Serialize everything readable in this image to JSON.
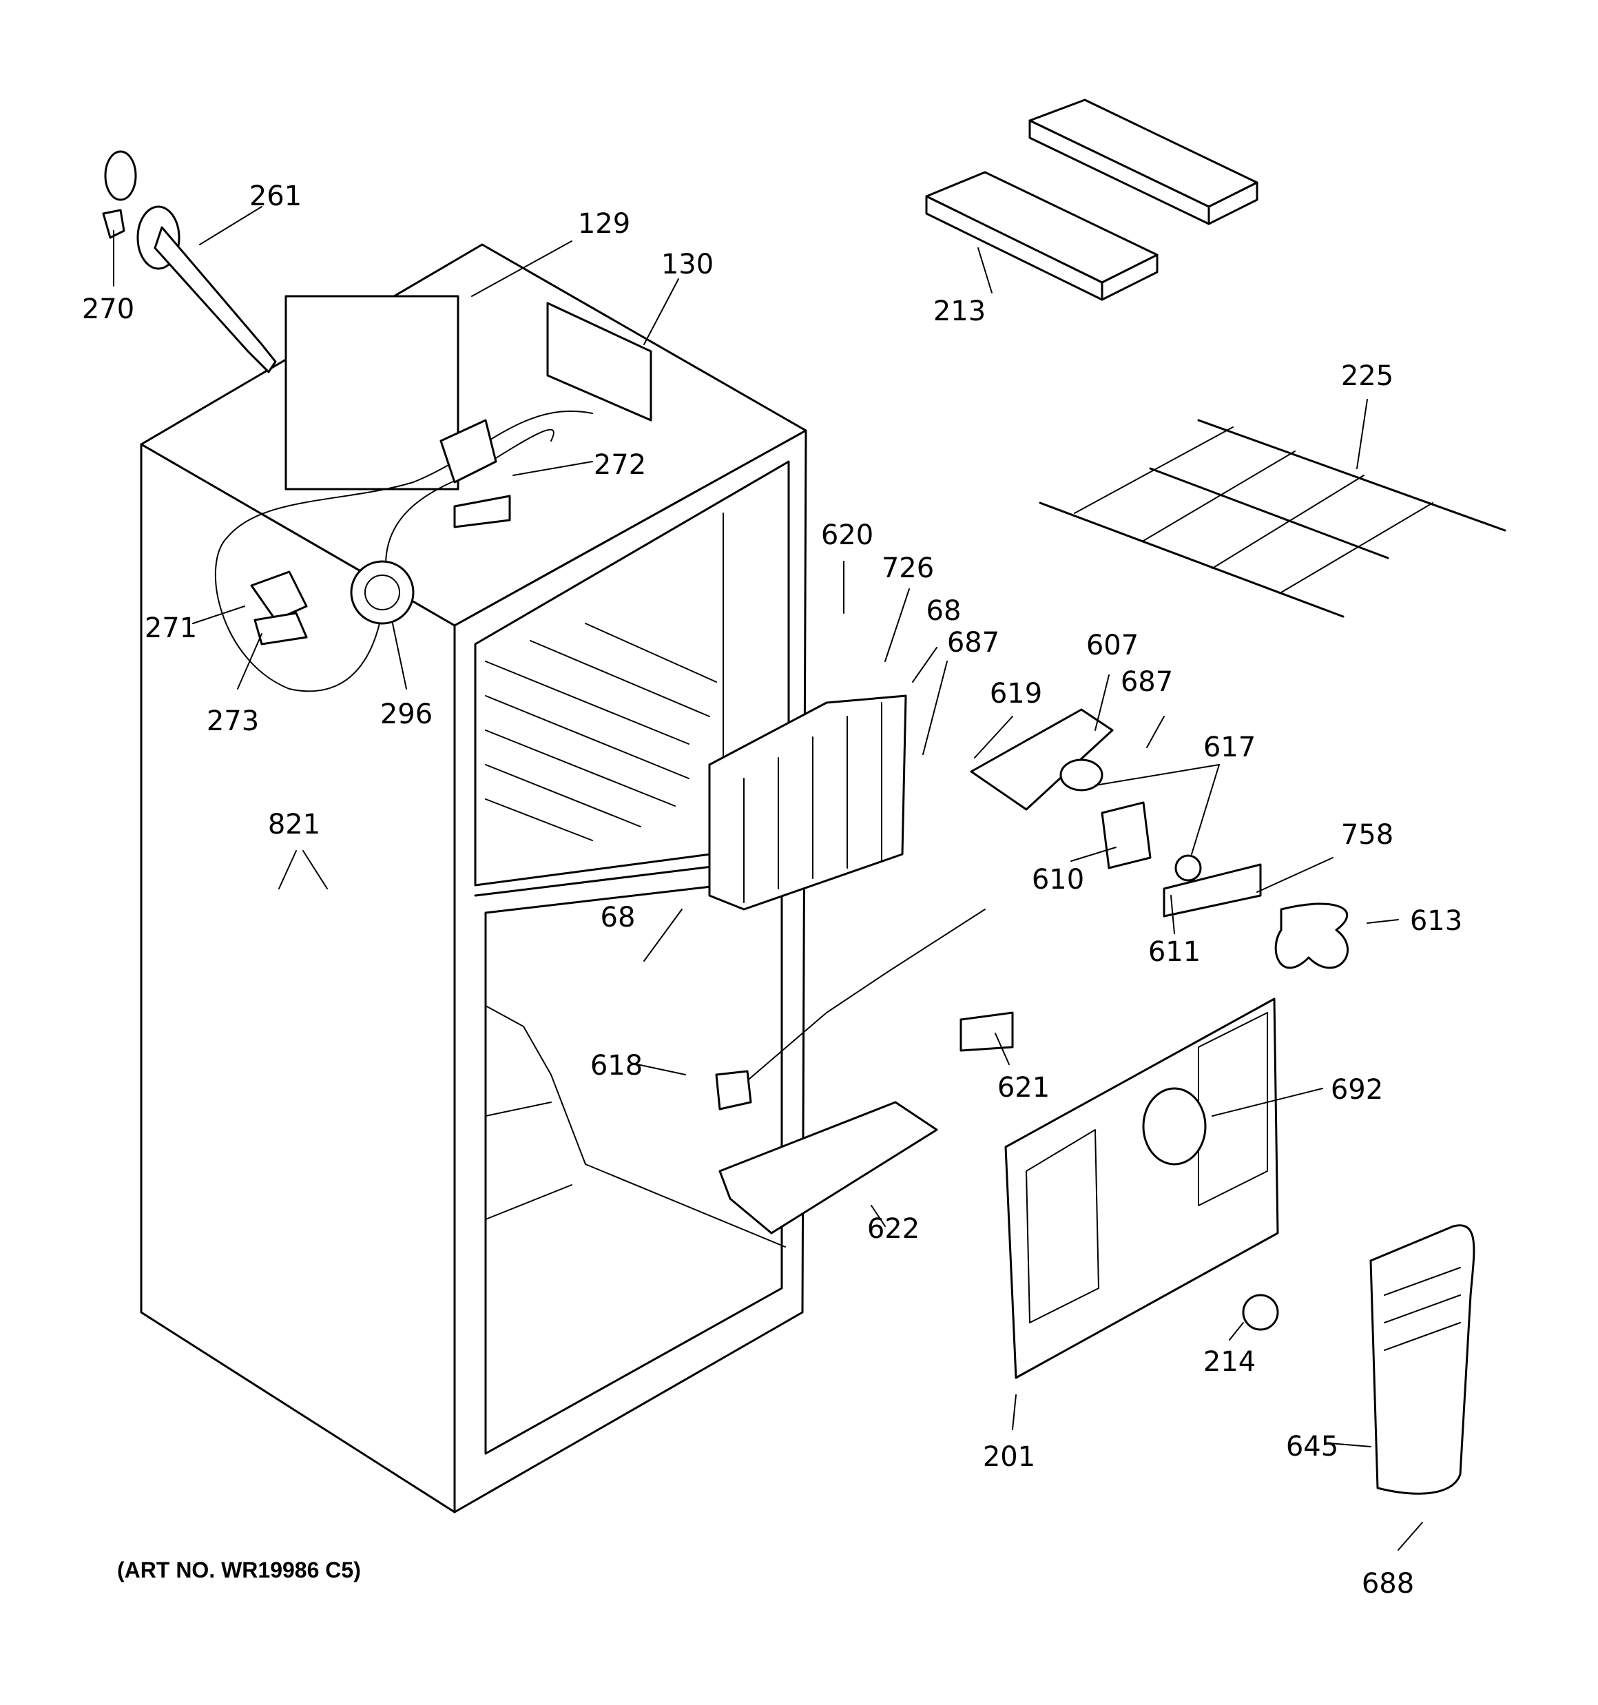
{
  "art_number": "(ART NO. WR19986 C5)",
  "callouts": [
    "261",
    "129",
    "130",
    "270",
    "213",
    "225",
    "272",
    "271",
    "273",
    "296",
    "620",
    "726",
    "68",
    "687",
    "619",
    "607",
    "617",
    "821",
    "610",
    "758",
    "611",
    "613",
    "618",
    "621",
    "692",
    "622",
    "214",
    "201",
    "645",
    "688"
  ]
}
